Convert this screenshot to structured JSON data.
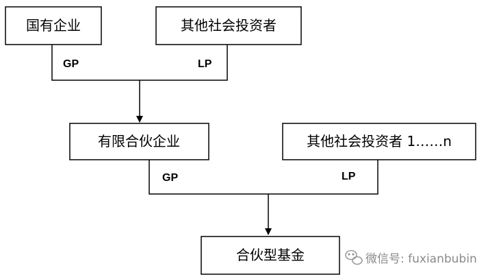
{
  "nodes": {
    "state_enterprise": "国有企业",
    "other_investors_top": "其他社会投资者",
    "limited_partnership": "有限合伙企业",
    "other_investors_n": "其他社会投资者 1……n",
    "partnership_fund": "合伙型基金"
  },
  "edges": {
    "gp_top": "GP",
    "lp_top": "LP",
    "gp_mid": "GP",
    "lp_mid": "LP"
  },
  "watermark": {
    "text": "微信号: fuxianbubin",
    "icon": "wechat-icon",
    "color": "#8a8a8a"
  }
}
